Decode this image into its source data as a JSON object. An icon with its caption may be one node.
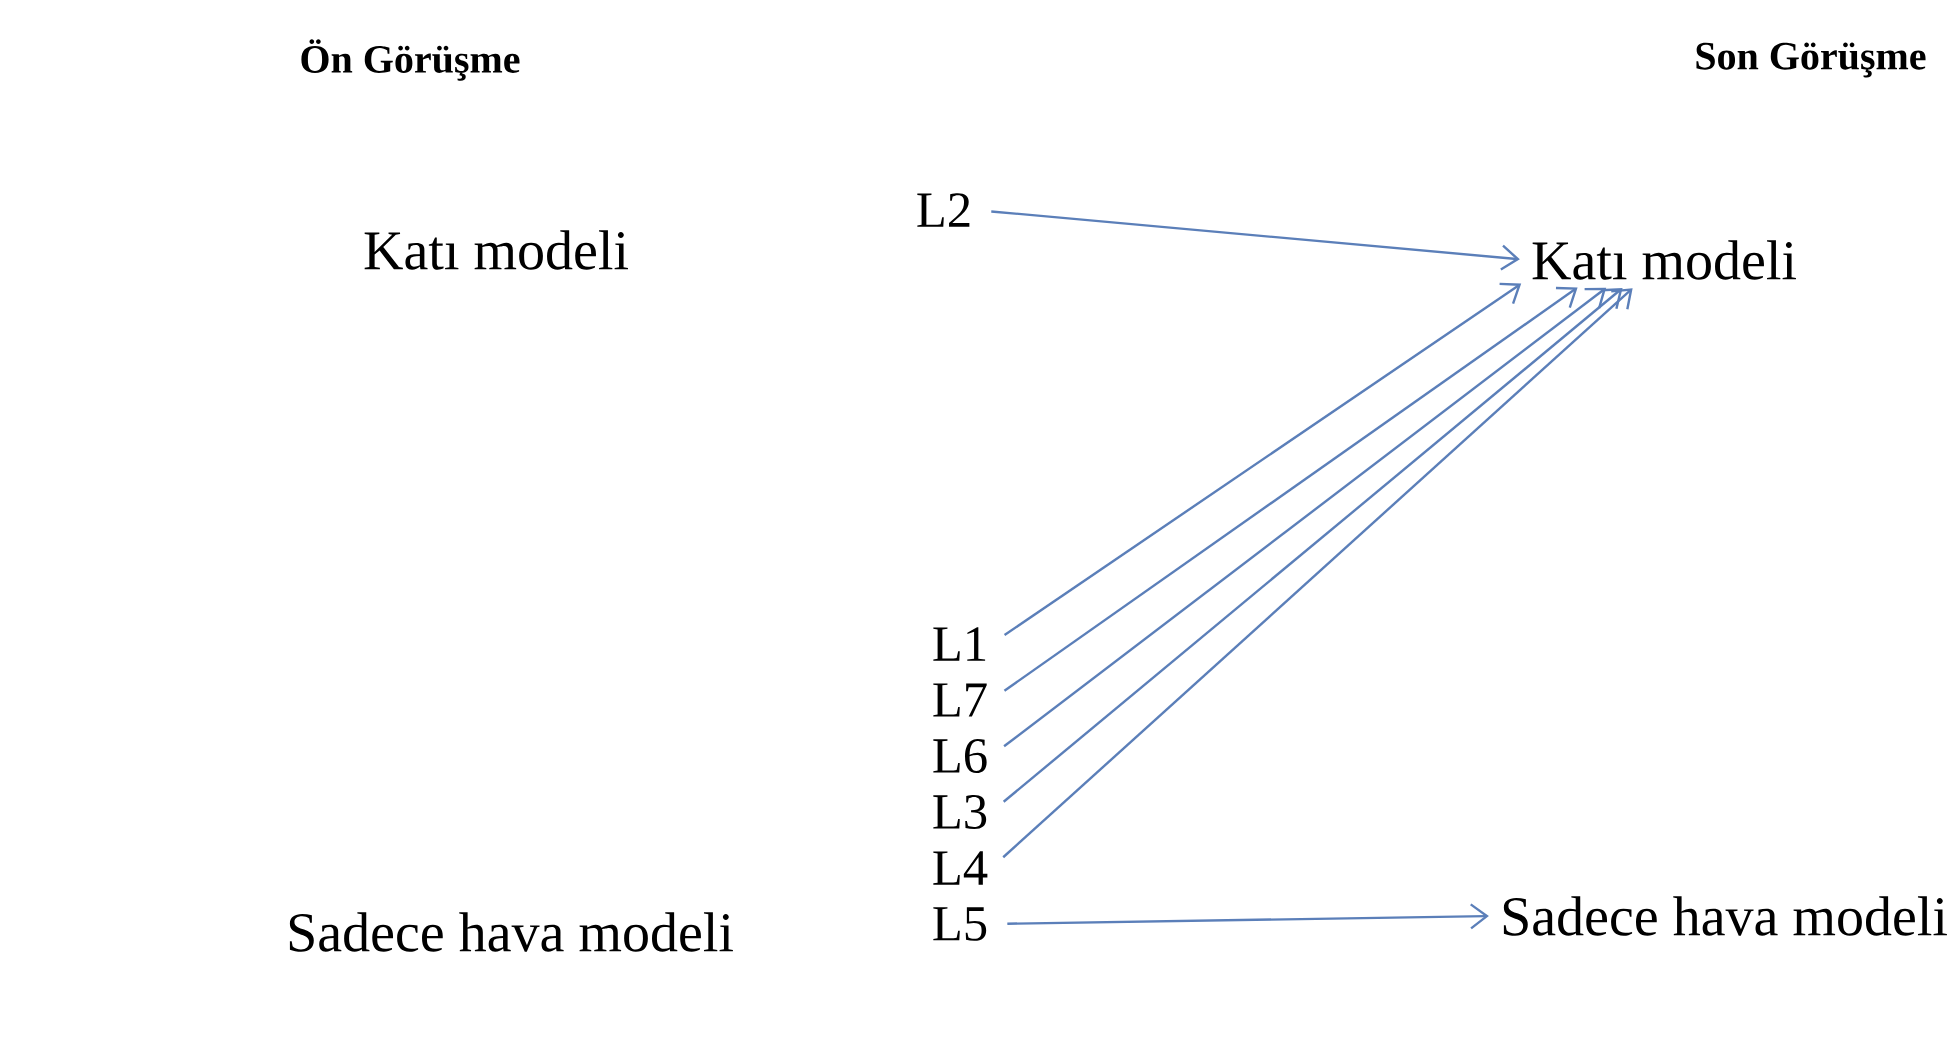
{
  "diagram": {
    "nodes": [
      {
        "text": [
          "Katı modeli"
        ]
      },
      {
        "text": [
          "Sadece hava modeli"
        ]
      },
      {
        "text": [
          "L2"
        ]
      },
      {
        "text": [
          "L1"
        ]
      },
      {
        "text": [
          "L7"
        ]
      },
      {
        "text": [
          "L6"
        ]
      },
      {
        "text": [
          "L3"
        ]
      },
      {
        "text": [
          "L4"
        ]
      },
      {
        "text": [
          "L5"
        ]
      },
      {
        "text": [
          "Katı modeli"
        ]
      },
      {
        "text": [
          "Sadece hava modeli"
        ]
      }
    ],
    "edges": [
      {
        "from": 2,
        "to": 9,
        "arrow": "to"
      },
      {
        "from": 3,
        "to": 9,
        "arrow": "to"
      },
      {
        "from": 4,
        "to": 9,
        "arrow": "to"
      },
      {
        "from": 5,
        "to": 9,
        "arrow": "to"
      },
      {
        "from": 6,
        "to": 9,
        "arrow": "to"
      },
      {
        "from": 7,
        "to": 9,
        "arrow": "to"
      },
      {
        "from": 8,
        "to": 10,
        "arrow": "to"
      }
    ],
    "labels": [
      "Ön Görüşme",
      "Son Görüşme"
    ]
  }
}
